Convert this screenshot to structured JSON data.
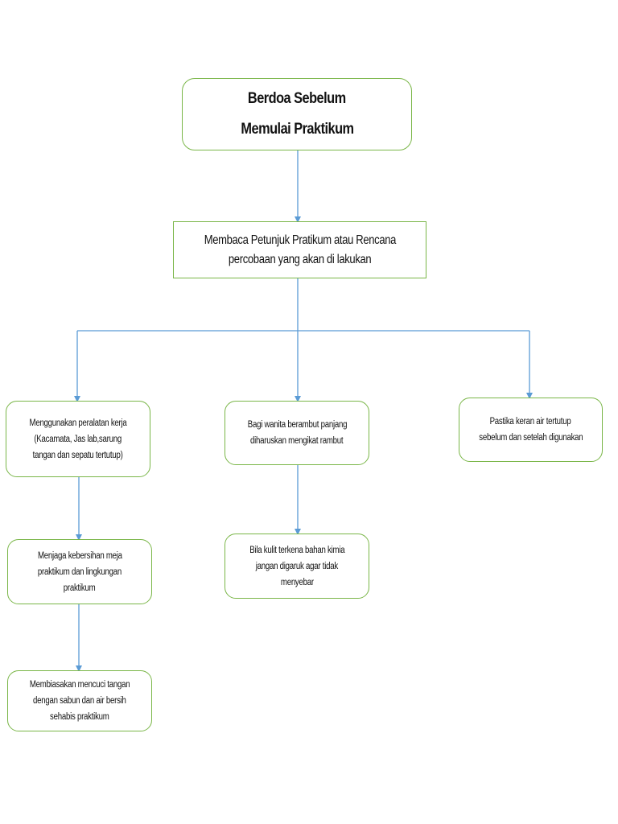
{
  "colors": {
    "node_border": "#7ab648",
    "connector": "#5b9bd5"
  },
  "nodes": {
    "start": {
      "lines": [
        "Berdoa Sebelum",
        "Memulai Praktikum"
      ]
    },
    "read": {
      "lines": [
        "Membaca Petunjuk Pratikum atau Rencana",
        "percobaan yang akan di lakukan"
      ]
    },
    "ppe": {
      "lines": [
        "Menggunakan peralatan kerja",
        "(Kacamata, Jas lab,sarung",
        "tangan dan sepatu tertutup)"
      ]
    },
    "hair": {
      "lines": [
        "Bagi wanita berambut panjang",
        "diharuskan mengikat rambut"
      ]
    },
    "tap": {
      "lines": [
        "Pastika keran air tertutup",
        "sebelum dan setelah digunakan"
      ]
    },
    "clean": {
      "lines": [
        "Menjaga kebersihan meja",
        "praktikum dan lingkungan",
        "praktikum"
      ]
    },
    "skin": {
      "lines": [
        "Bila kulit terkena bahan kimia",
        "jangan digaruk agar tidak",
        "menyebar"
      ]
    },
    "wash": {
      "lines": [
        "Membiasakan mencuci tangan",
        "dengan sabun dan air bersih",
        "sehabis praktikum"
      ]
    }
  }
}
